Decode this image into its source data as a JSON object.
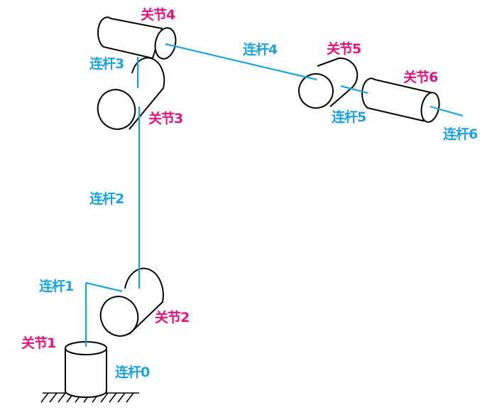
{
  "colors": {
    "joint": "#E0147A",
    "link": "#1AA3DE",
    "outline": "#000000"
  },
  "joints": [
    {
      "id": "j1",
      "label": "关节1"
    },
    {
      "id": "j2",
      "label": "关节2"
    },
    {
      "id": "j3",
      "label": "关节3"
    },
    {
      "id": "j4",
      "label": "关节4"
    },
    {
      "id": "j5",
      "label": "关节5"
    },
    {
      "id": "j6",
      "label": "关节6"
    }
  ],
  "links": [
    {
      "id": "l0",
      "label": "连杆0"
    },
    {
      "id": "l1",
      "label": "连杆1"
    },
    {
      "id": "l2",
      "label": "连杆2"
    },
    {
      "id": "l3",
      "label": "连杆3"
    },
    {
      "id": "l4",
      "label": "连杆4"
    },
    {
      "id": "l5",
      "label": "连杆5"
    },
    {
      "id": "l6",
      "label": "连杆6"
    }
  ]
}
